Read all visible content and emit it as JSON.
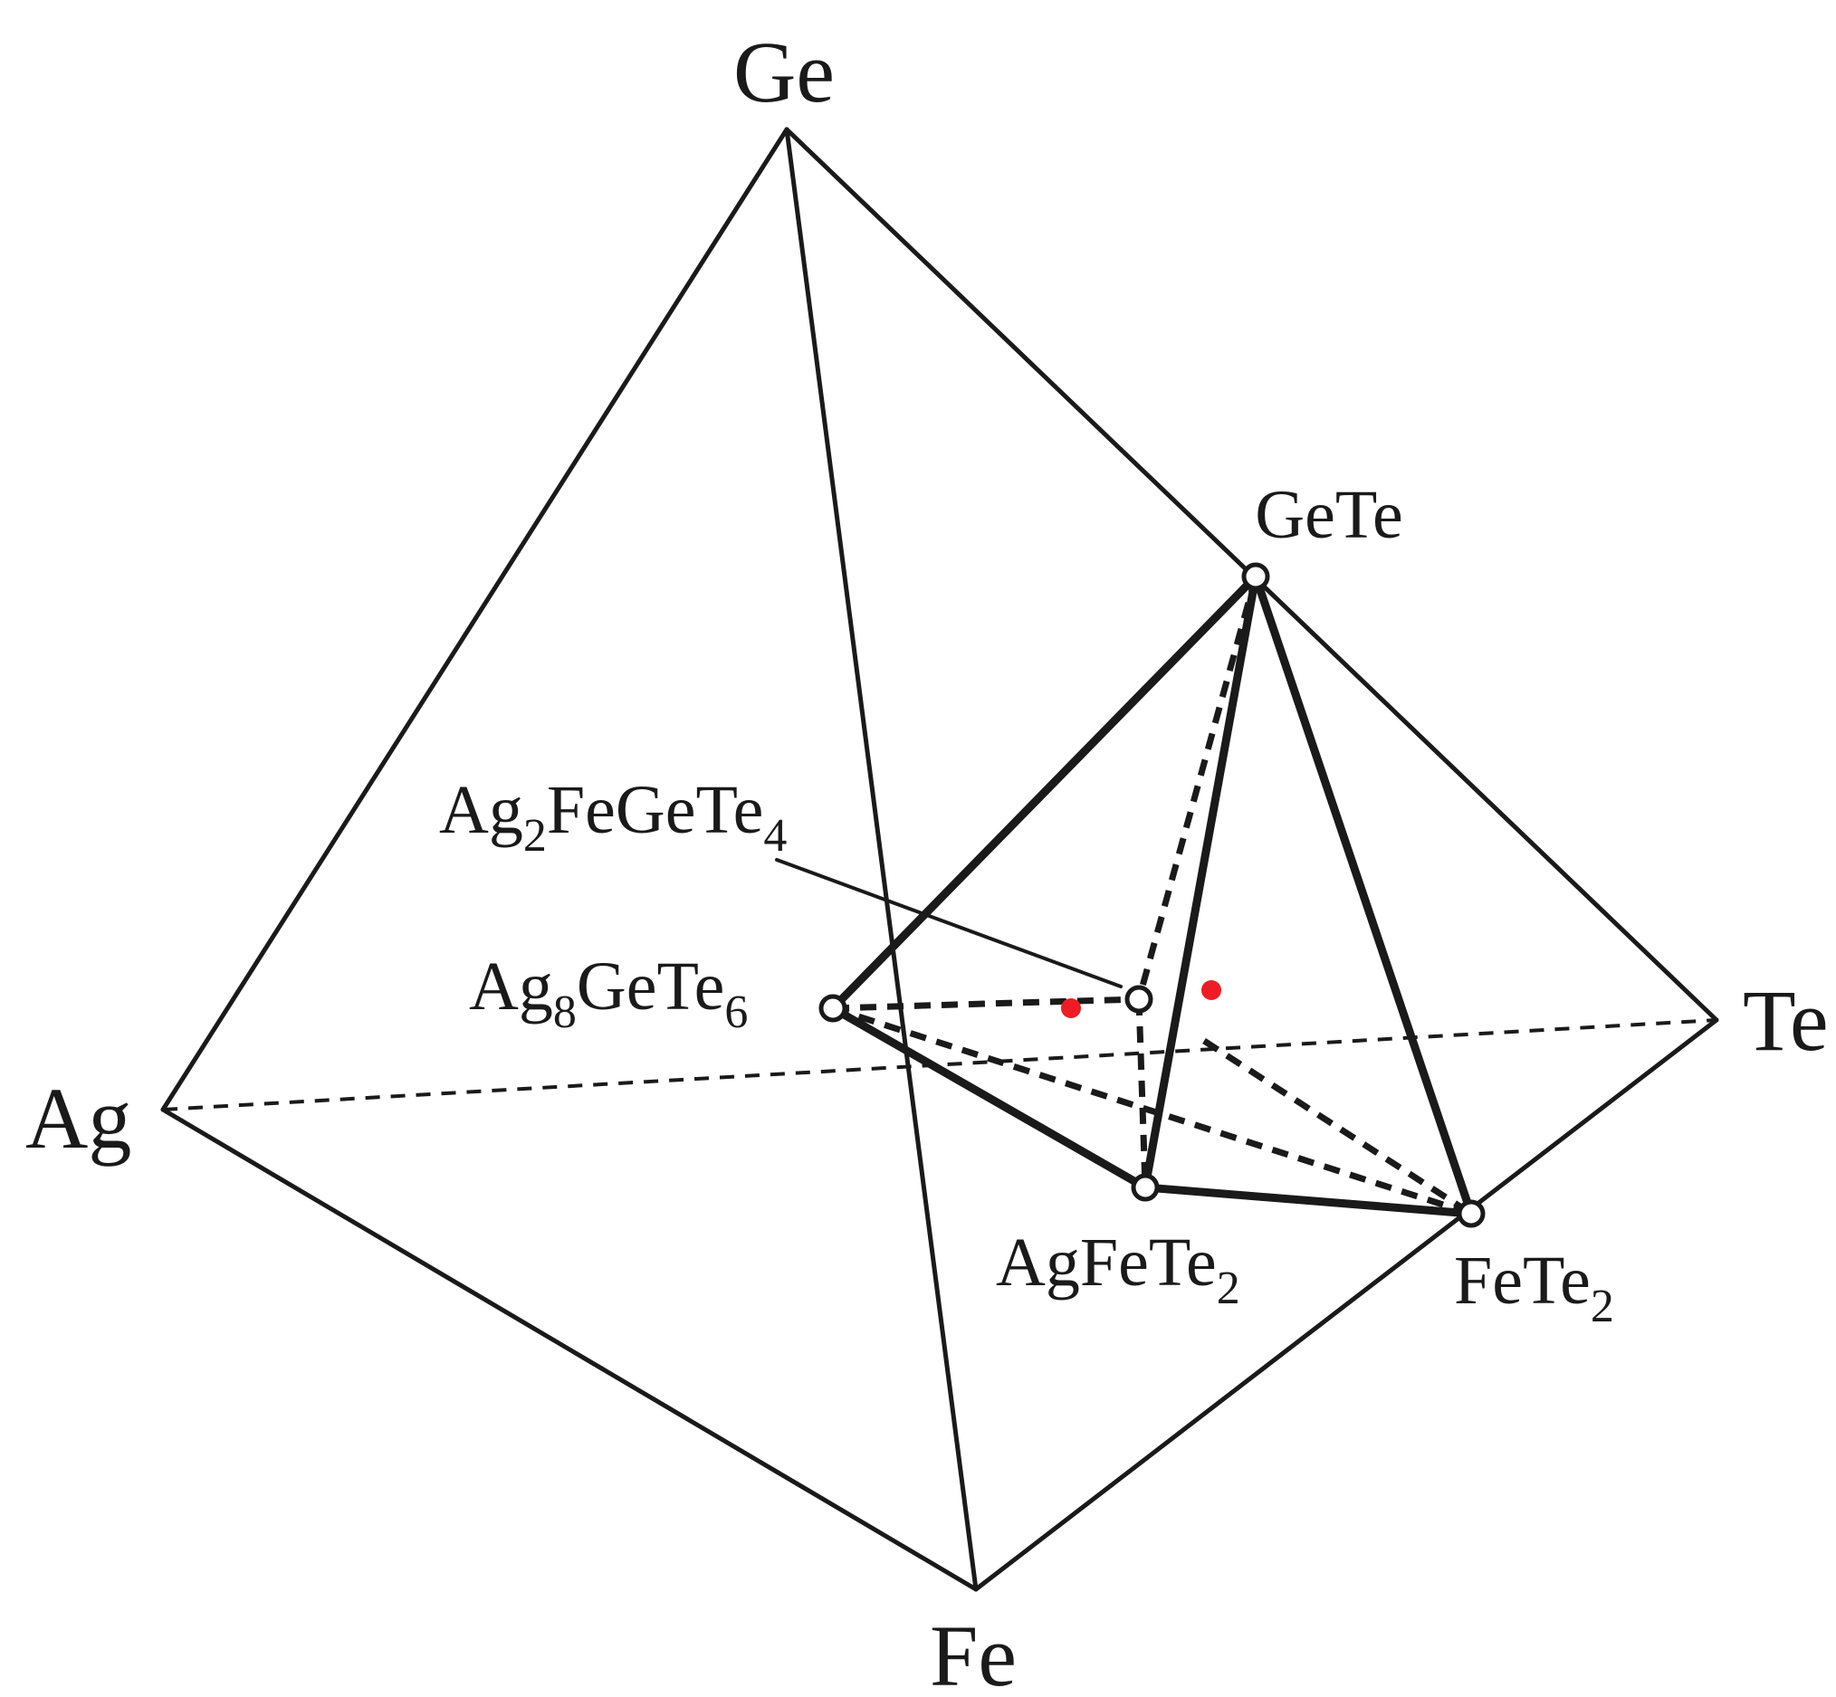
{
  "vertices": {
    "ge": "Ge",
    "ag": "Ag",
    "te": "Te",
    "fe": "Fe"
  },
  "compounds": {
    "gete": "GeTe",
    "ag8gete6": {
      "base1": "Ag",
      "sub1": "8",
      "base2": "GeTe",
      "sub2": "6"
    },
    "ag2fegete4": {
      "base1": "Ag",
      "sub1": "2",
      "base2": "FeGeTe",
      "sub2": "4"
    },
    "agfete2": {
      "base": "AgFeTe",
      "sub": "2"
    },
    "fete2": {
      "base": "FeTe",
      "sub": "2"
    }
  },
  "colors": {
    "line": "#1a1a1a",
    "marker": "#ee1c25",
    "background": "#ffffff"
  }
}
